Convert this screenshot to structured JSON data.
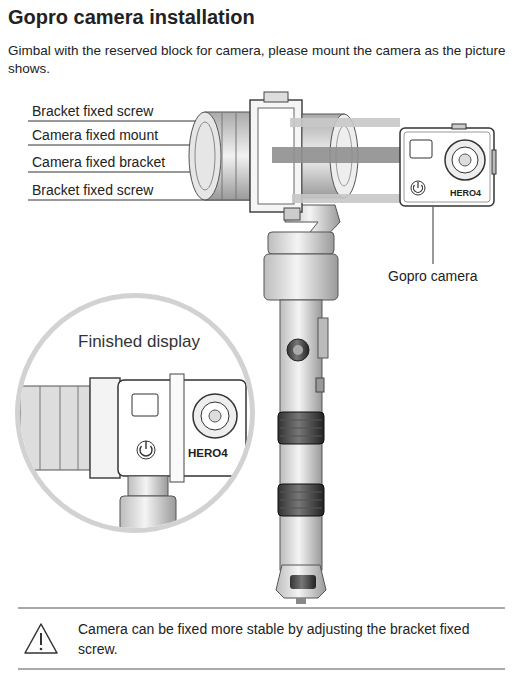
{
  "diagram": {
    "title": "Gopro camera installation",
    "nodes": [
      {
        "text": [
          "Finished display"
        ]
      }
    ],
    "labels": [
      "Gimbal with the reserved block for camera, please mount the camera as the picture shows.",
      "Bracket fixed screw",
      "Camera fixed mount",
      "Camera fixed bracket",
      "Bracket fixed screw",
      "Gopro camera",
      "HERO4",
      "HERO4",
      "Camera can be fixed more stable by adjusting the bracket fixed screw."
    ]
  }
}
